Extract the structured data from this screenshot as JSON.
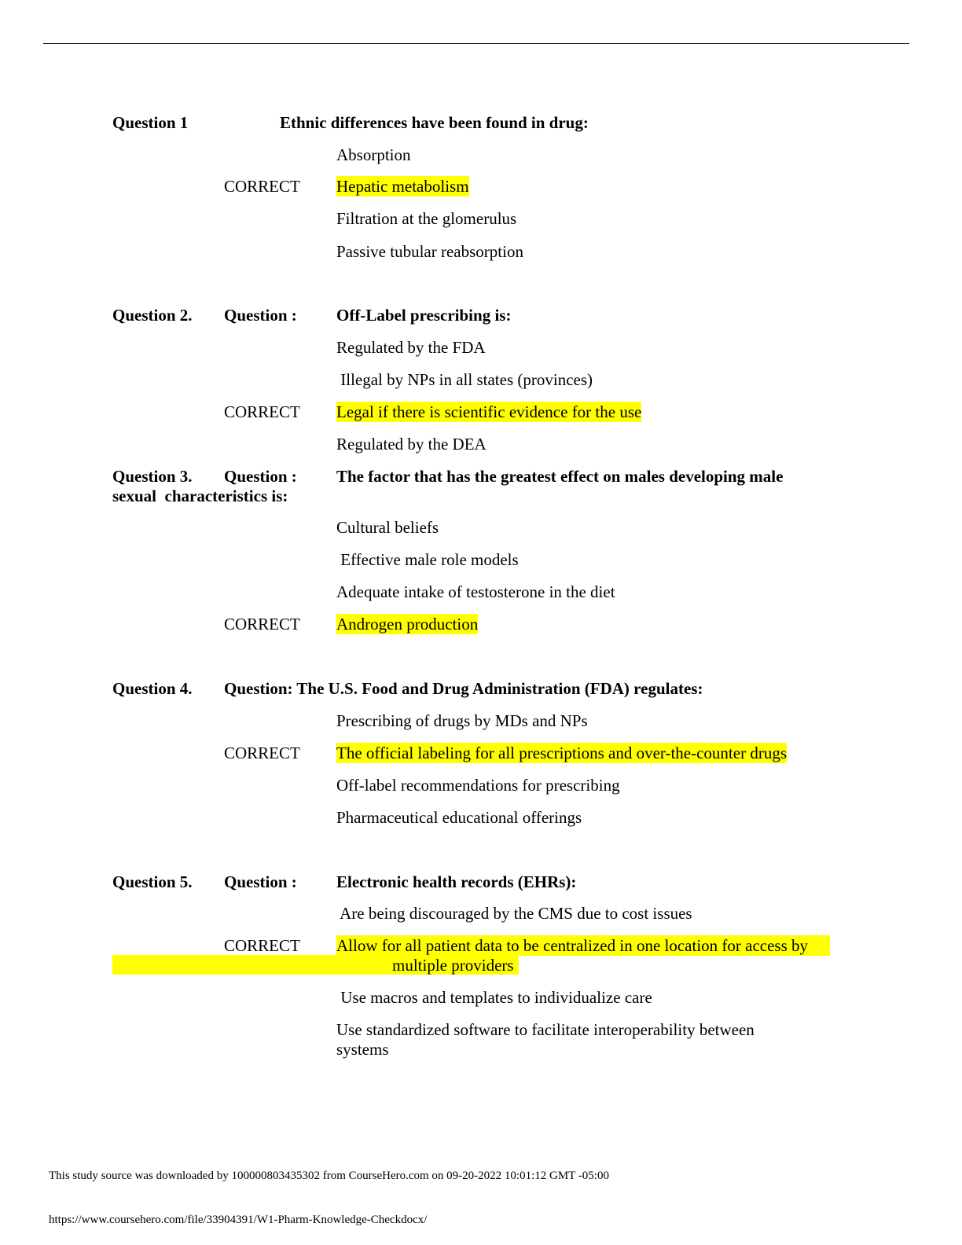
{
  "highlight_color": "#ffff00",
  "questions": [
    {
      "number": "Question 1",
      "stem": "Ethnic differences have been found in drug:",
      "correct_label": "CORRECT",
      "options": [
        "Absorption",
        "Hepatic metabolism",
        "Filtration at the glomerulus",
        "Passive tubular reabsorption"
      ]
    },
    {
      "number": "Question 2.",
      "prefix": "Question :",
      "stem": "Off-Label prescribing is:",
      "correct_label": "CORRECT",
      "options": [
        "Regulated by the FDA",
        " Illegal by NPs in all states (provinces)",
        "Legal if there is scientific evidence for the use",
        "Regulated by the DEA"
      ]
    },
    {
      "number": "Question 3.",
      "prefix": "Question :",
      "stem_line1": "The factor that has the greatest effect on males developing male",
      "stem_line2": "sexual  characteristics is:",
      "correct_label": "CORRECT",
      "options": [
        "Cultural beliefs",
        " Effective male role models",
        "Adequate intake of testosterone in the diet",
        "Androgen production"
      ]
    },
    {
      "number": "Question 4.",
      "stem": "Question: The U.S. Food and Drug Administration (FDA) regulates:",
      "correct_label": "CORRECT",
      "options": [
        "Prescribing of drugs by MDs and NPs",
        "The official labeling for all prescriptions and over-the-counter drugs",
        "Off-label recommendations for prescribing",
        "Pharmaceutical educational offerings"
      ]
    },
    {
      "number": "Question 5.",
      "prefix": "Question :",
      "stem": "Electronic health records (EHRs):",
      "correct_label": "CORRECT",
      "options": [
        " Are being discouraged by the CMS due to cost issues",
        "Allow for all patient data to be centralized in one location for access by",
        "multiple providers",
        " Use macros and templates to individualize care",
        "Use standardized software to facilitate interoperability between",
        "systems"
      ]
    }
  ],
  "footer": {
    "source": "This study source was downloaded by 100000803435302 from CourseHero.com on 09-20-2022 10:01:12 GMT -05:00",
    "url": "https://www.coursehero.com/file/33904391/W1-Pharm-Knowledge-Checkdocx/"
  }
}
